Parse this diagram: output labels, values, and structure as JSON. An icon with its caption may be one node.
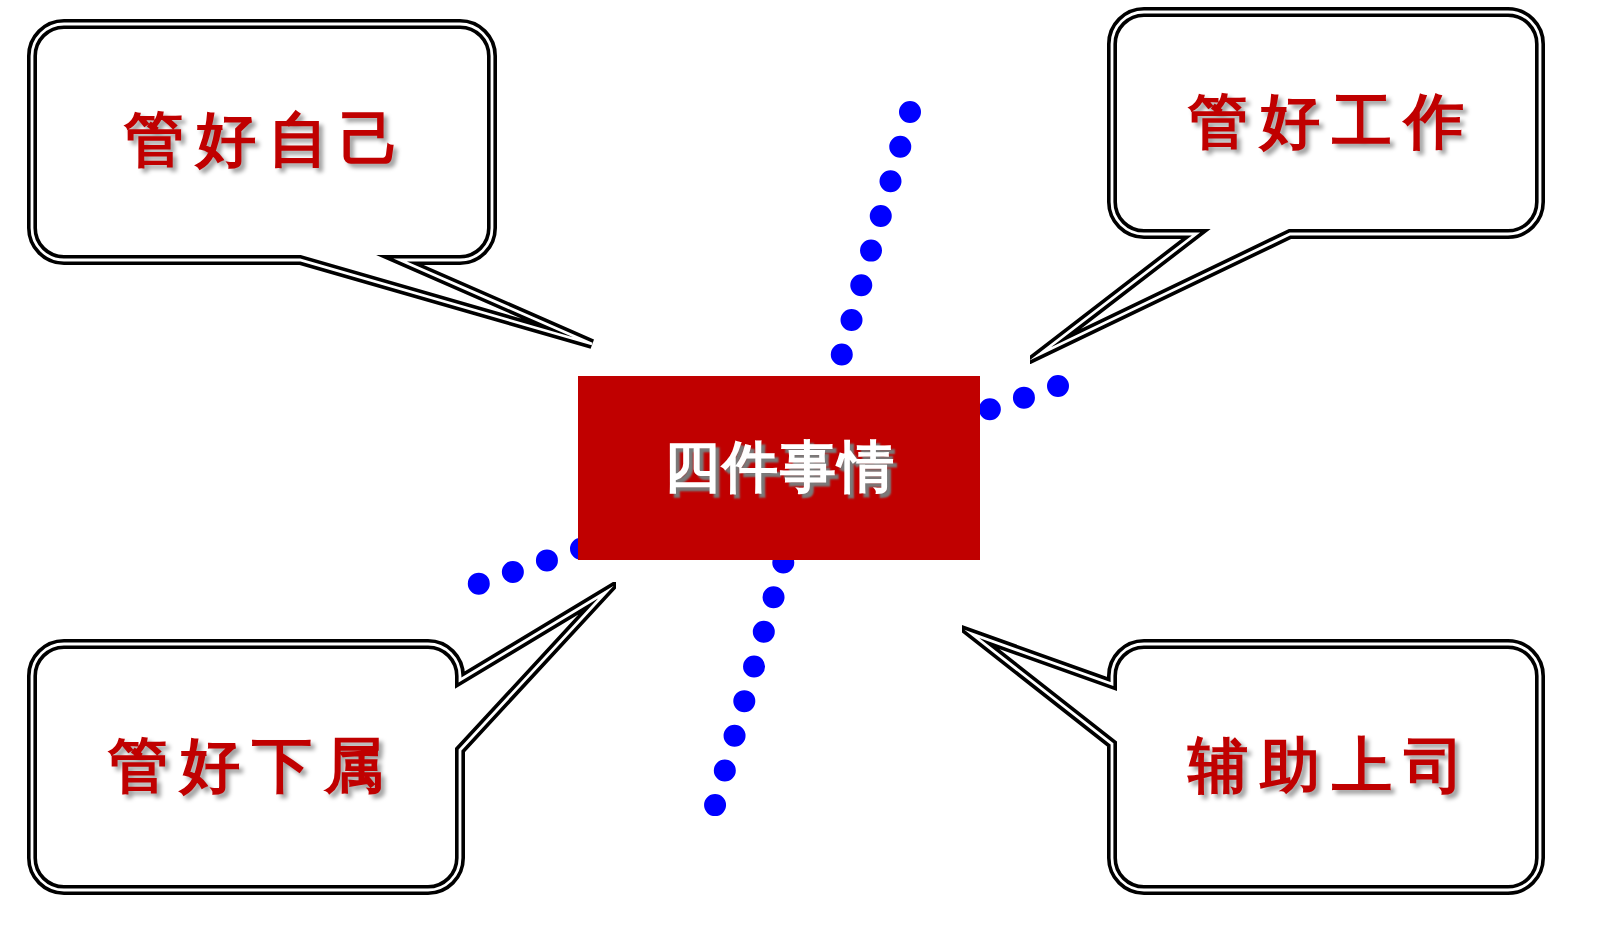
{
  "diagram": {
    "nodes": [
      {
        "text": [
          "管好自己"
        ]
      },
      {
        "text": [
          "管好工作"
        ]
      },
      {
        "text": [
          "四件事情"
        ]
      },
      {
        "text": [
          "管好下属"
        ]
      },
      {
        "text": [
          "辅助上司"
        ]
      }
    ]
  }
}
